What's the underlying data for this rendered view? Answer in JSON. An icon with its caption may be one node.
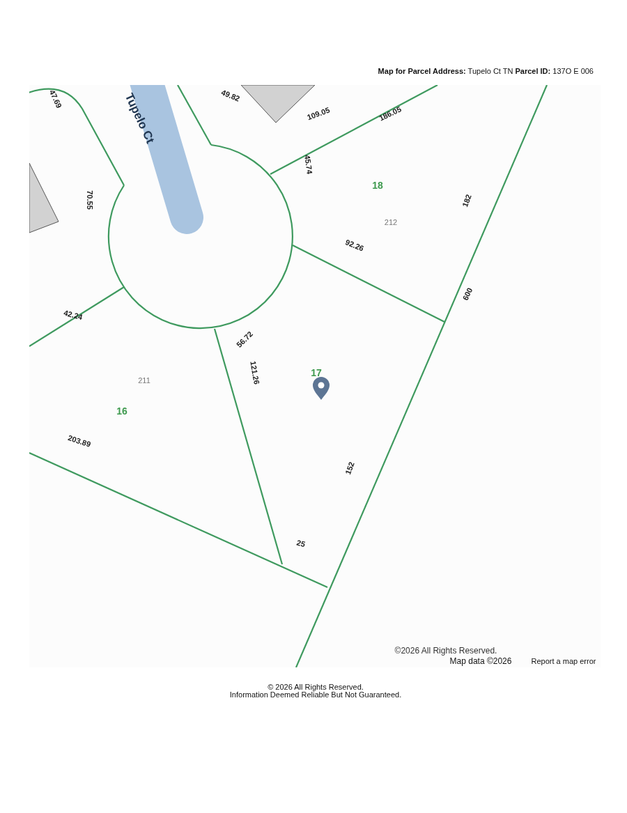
{
  "diagram": {
    "title": "**Map for Parcel Address:** Tupelo Ct TN **Parcel ID:** 137O E 006",
    "labels": [
      "47.69",
      "49.82",
      "Tupelo Ct",
      "109.05",
      "186.05",
      "45.74",
      "18",
      "70.55",
      "182",
      "212",
      "92.26",
      "600",
      "42.24",
      "56.72",
      "121.26",
      "17",
      "211",
      "16",
      "203.89",
      "152",
      "25",
      "©2026 All Rights Reserved.",
      "Map data ©2026",
      "Report a map error",
      "© 2026 All Rights Reserved.",
      "Information Deemed Reliable But Not Guaranteed."
    ]
  }
}
